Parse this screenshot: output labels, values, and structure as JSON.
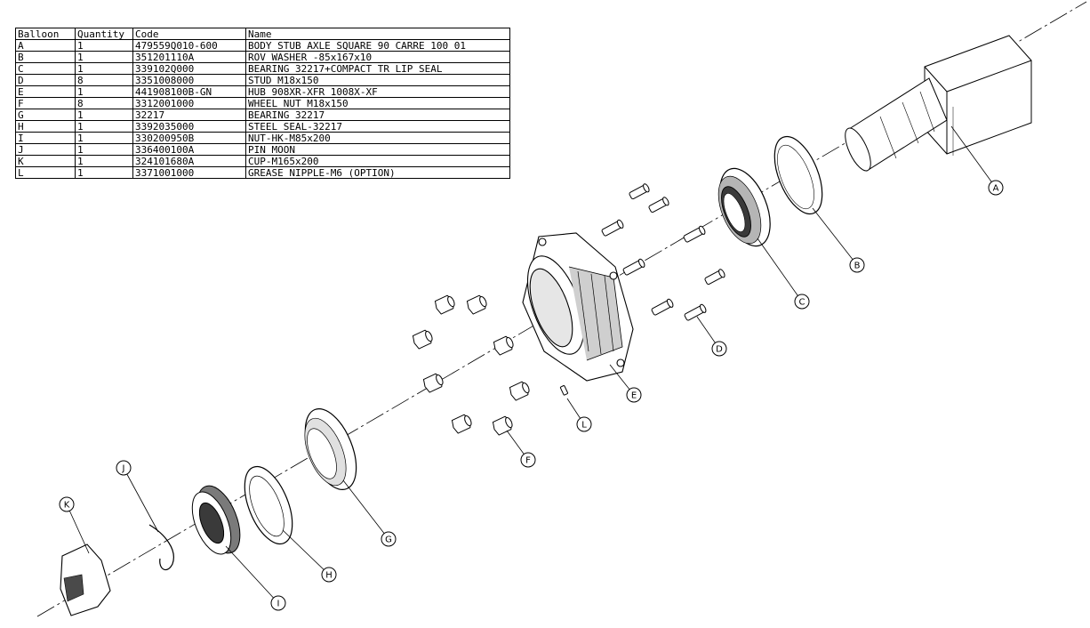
{
  "bom": {
    "headers": [
      "Balloon",
      "Quantity",
      "Code",
      "Name"
    ],
    "rows": [
      [
        "A",
        "1",
        "479559Q010-600",
        "BODY STUB AXLE SQUARE 90 CARRE 100 01"
      ],
      [
        "B",
        "1",
        "351201110A",
        "ROV WASHER -85x167x10"
      ],
      [
        "C",
        "1",
        "339102Q000",
        "BEARING 32217+COMPACT TR LIP SEAL"
      ],
      [
        "D",
        "8",
        "3351008000",
        "STUD M18x150"
      ],
      [
        "E",
        "1",
        "441908100B-GN",
        "HUB 908XR-XFR 1008X-XF"
      ],
      [
        "F",
        "8",
        "3312001000",
        "WHEEL NUT M18x150"
      ],
      [
        "G",
        "1",
        "32217",
        "BEARING 32217"
      ],
      [
        "H",
        "1",
        "3392035000",
        "STEEL SEAL-32217"
      ],
      [
        "I",
        "1",
        "330200950B",
        "NUT-HK-M85x200"
      ],
      [
        "J",
        "1",
        "336400100A",
        "PIN MOON"
      ],
      [
        "K",
        "1",
        "324101680A",
        "CUP-M165x200"
      ],
      [
        "L",
        "1",
        "3371001000",
        "GREASE NIPPLE-M6 (OPTION)"
      ]
    ]
  },
  "balloons": [
    "A",
    "B",
    "C",
    "D",
    "E",
    "F",
    "G",
    "H",
    "I",
    "J",
    "K",
    "L"
  ],
  "colors": {
    "line": "#000000",
    "part_fill": "#ffffff",
    "shade": "#b5b5b5",
    "dark": "#3a3a3a"
  }
}
